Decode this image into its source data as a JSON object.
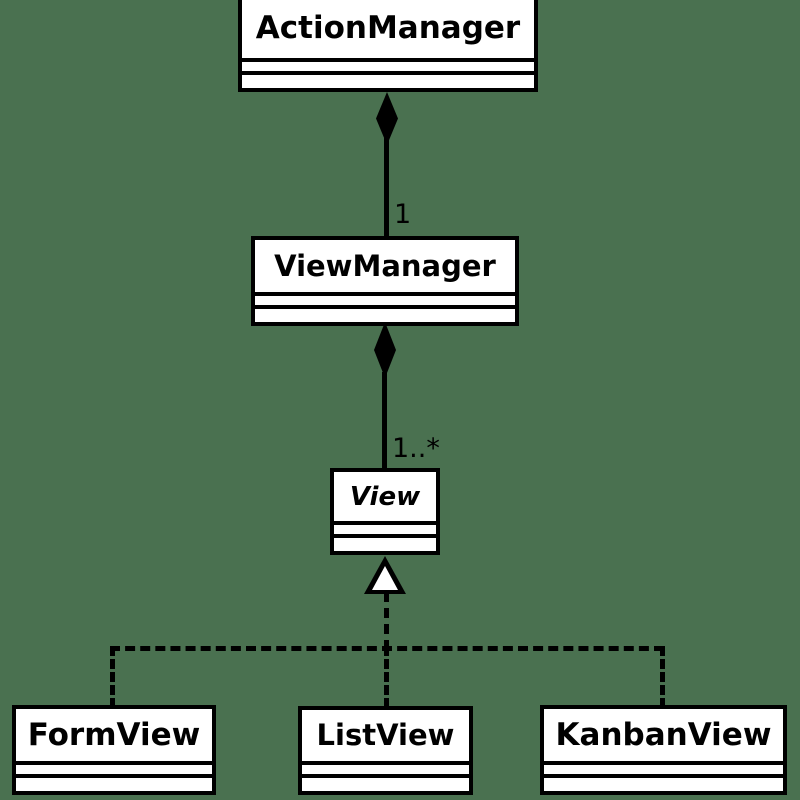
{
  "diagram": {
    "kind": "uml-class-diagram",
    "background_color": "#4a7150",
    "line_color": "#000000",
    "class_fill_color": "#ffffff",
    "classes": [
      {
        "id": "actionmanager",
        "name": "ActionManager",
        "abstract": false,
        "compartments": 2
      },
      {
        "id": "viewmanager",
        "name": "ViewManager",
        "abstract": false,
        "compartments": 2
      },
      {
        "id": "view",
        "name": "View",
        "abstract": true,
        "compartments": 2
      },
      {
        "id": "formview",
        "name": "FormView",
        "abstract": false,
        "compartments": 2
      },
      {
        "id": "listview",
        "name": "ListView",
        "abstract": false,
        "compartments": 2
      },
      {
        "id": "kanbanview",
        "name": "KanbanView",
        "abstract": false,
        "compartments": 2
      }
    ],
    "relationships": [
      {
        "type": "composition",
        "from": "ActionManager",
        "to": "ViewManager",
        "multiplicity_label": "1"
      },
      {
        "type": "composition",
        "from": "ViewManager",
        "to": "View",
        "multiplicity_label": "1..*"
      },
      {
        "type": "realization",
        "from": "FormView",
        "to": "View"
      },
      {
        "type": "realization",
        "from": "ListView",
        "to": "View"
      },
      {
        "type": "realization",
        "from": "KanbanView",
        "to": "View"
      }
    ],
    "labels": {
      "mult_one": "1",
      "mult_one_to_many": "1..*"
    }
  }
}
